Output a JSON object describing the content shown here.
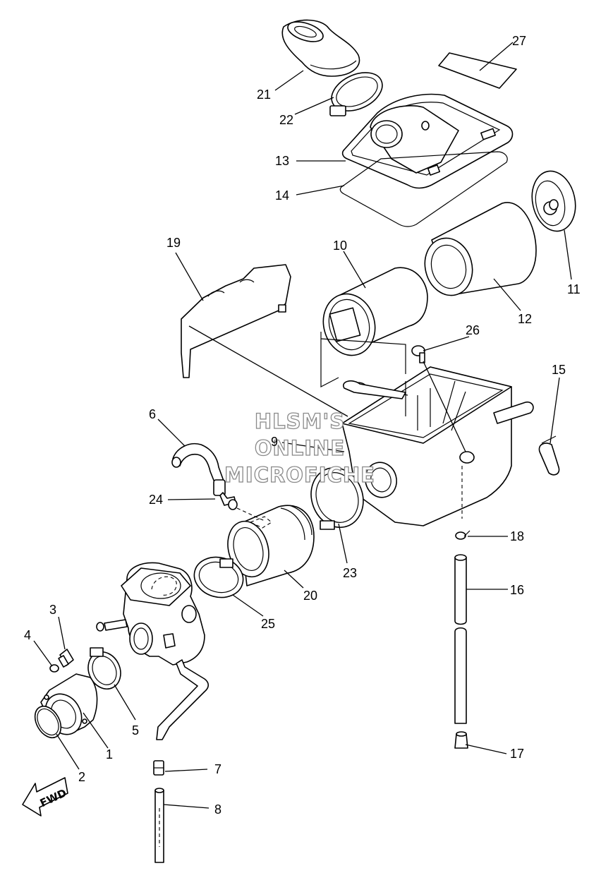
{
  "diagram": {
    "callouts": [
      "1",
      "2",
      "3",
      "4",
      "5",
      "6",
      "7",
      "8",
      "9",
      "10",
      "11",
      "12",
      "13",
      "14",
      "15",
      "16",
      "17",
      "18",
      "19",
      "20",
      "21",
      "22",
      "23",
      "24",
      "25",
      "26",
      "27"
    ],
    "watermark": {
      "lines": [
        "HLSM'S",
        "ONLINE",
        "MICROFICHE"
      ]
    },
    "direction_badge": "FWD",
    "colors": {
      "line": "#000000",
      "background": "#ffffff",
      "watermark": "#8a8a8a"
    }
  }
}
